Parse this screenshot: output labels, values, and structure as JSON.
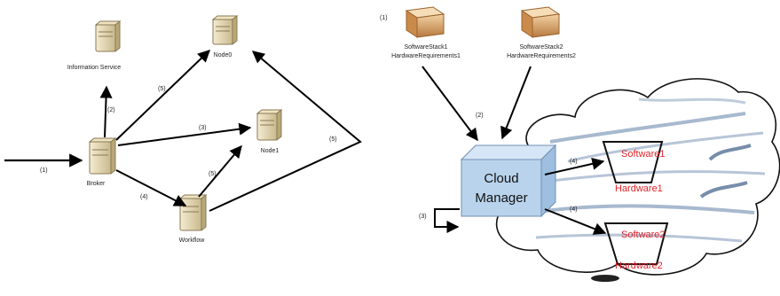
{
  "left": {
    "nodes": {
      "information_service": "Information Service",
      "broker": "Broker",
      "node0": "Node0",
      "node1": "Node1",
      "workflow": "Workflow"
    },
    "steps": {
      "input": "(1)",
      "broker_to_info": "(2)",
      "broker_to_node0": "(5)",
      "broker_to_node1": "(3)",
      "broker_to_workflow": "(4)",
      "workflow_to_node1": "(5)",
      "workflow_loop": "(5)"
    }
  },
  "right": {
    "step_top": "(1)",
    "step_down": "(2)",
    "step_self": "(3)",
    "step_to_sw1": "(4)",
    "step_to_sw2": "(4)",
    "stack1": {
      "name": "SoftwareStack1",
      "req": "HardwareRequirements1"
    },
    "stack2": {
      "name": "SoftwareStack2",
      "req": "HardwareRequirements2"
    },
    "cloud_manager": {
      "line1": "Cloud",
      "line2": "Manager"
    },
    "software1": "Software1",
    "hardware1": "Hardware1",
    "software2": "Software2",
    "hardware2": "Hardware2"
  },
  "colors": {
    "server_body": "#e8dcb6",
    "cube_front": "#b9d3ec",
    "cube_top": "#d6e6f6",
    "cube_side": "#9fbfe0",
    "cloud_stripes": "#5f7fa6",
    "red_text": "#e0242b"
  }
}
